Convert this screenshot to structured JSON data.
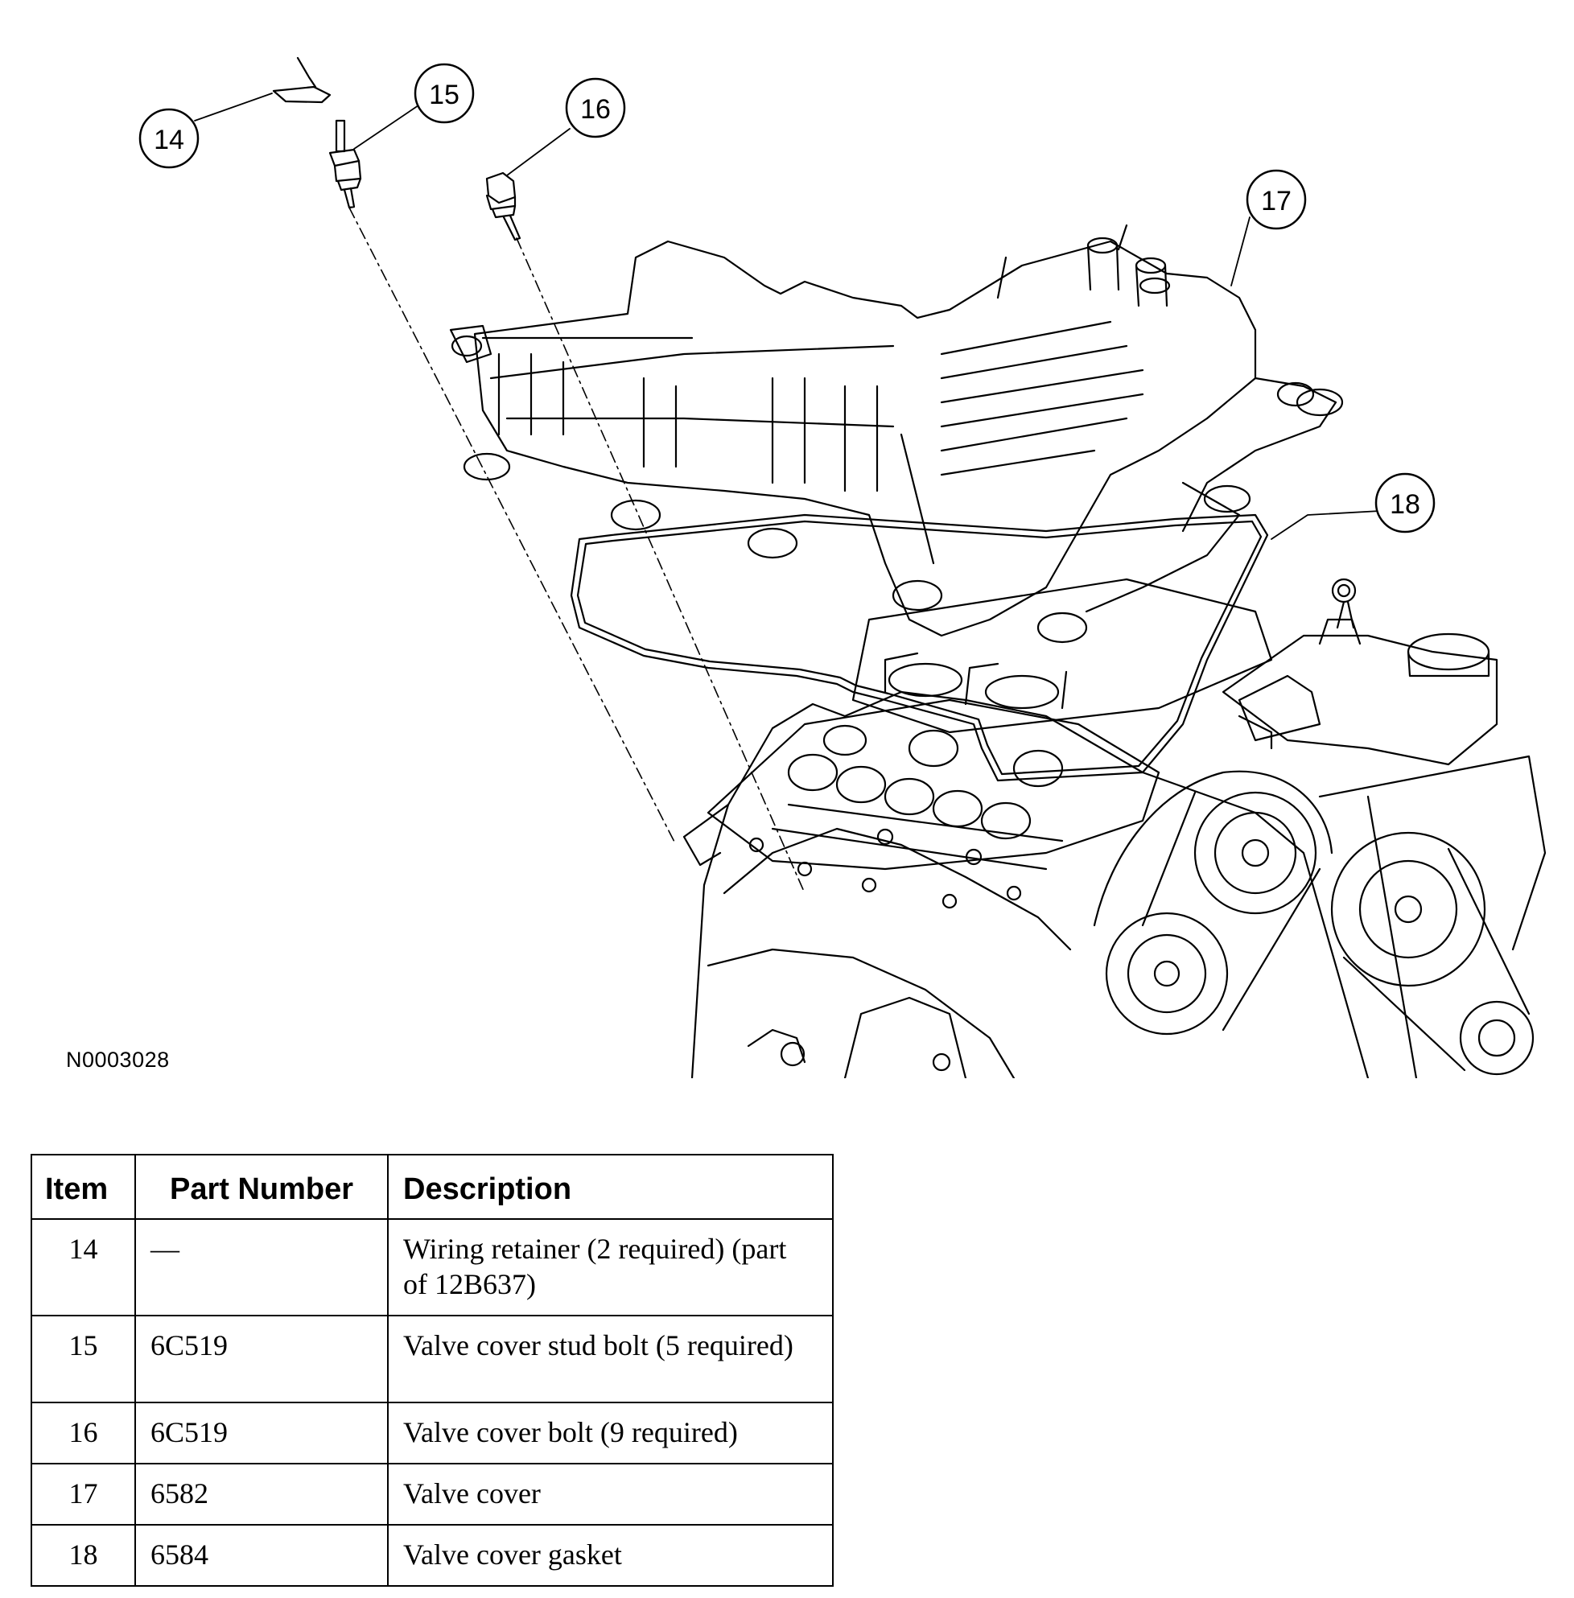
{
  "diagram": {
    "figure_id": "N0003028",
    "callouts": [
      {
        "item": "14"
      },
      {
        "item": "15"
      },
      {
        "item": "16"
      },
      {
        "item": "17"
      },
      {
        "item": "18"
      }
    ]
  },
  "table": {
    "headers": {
      "item": "Item",
      "part_number": "Part Number",
      "description": "Description"
    },
    "rows": [
      {
        "item": "14",
        "part_number": "—",
        "description": "Wiring retainer (2 required) (part of 12B637)"
      },
      {
        "item": "15",
        "part_number": "6C519",
        "description": "Valve cover stud bolt (5 required)"
      },
      {
        "item": "16",
        "part_number": "6C519",
        "description": "Valve cover bolt (9 required)"
      },
      {
        "item": "17",
        "part_number": "6582",
        "description": "Valve cover"
      },
      {
        "item": "18",
        "part_number": "6584",
        "description": "Valve cover gasket"
      }
    ]
  }
}
